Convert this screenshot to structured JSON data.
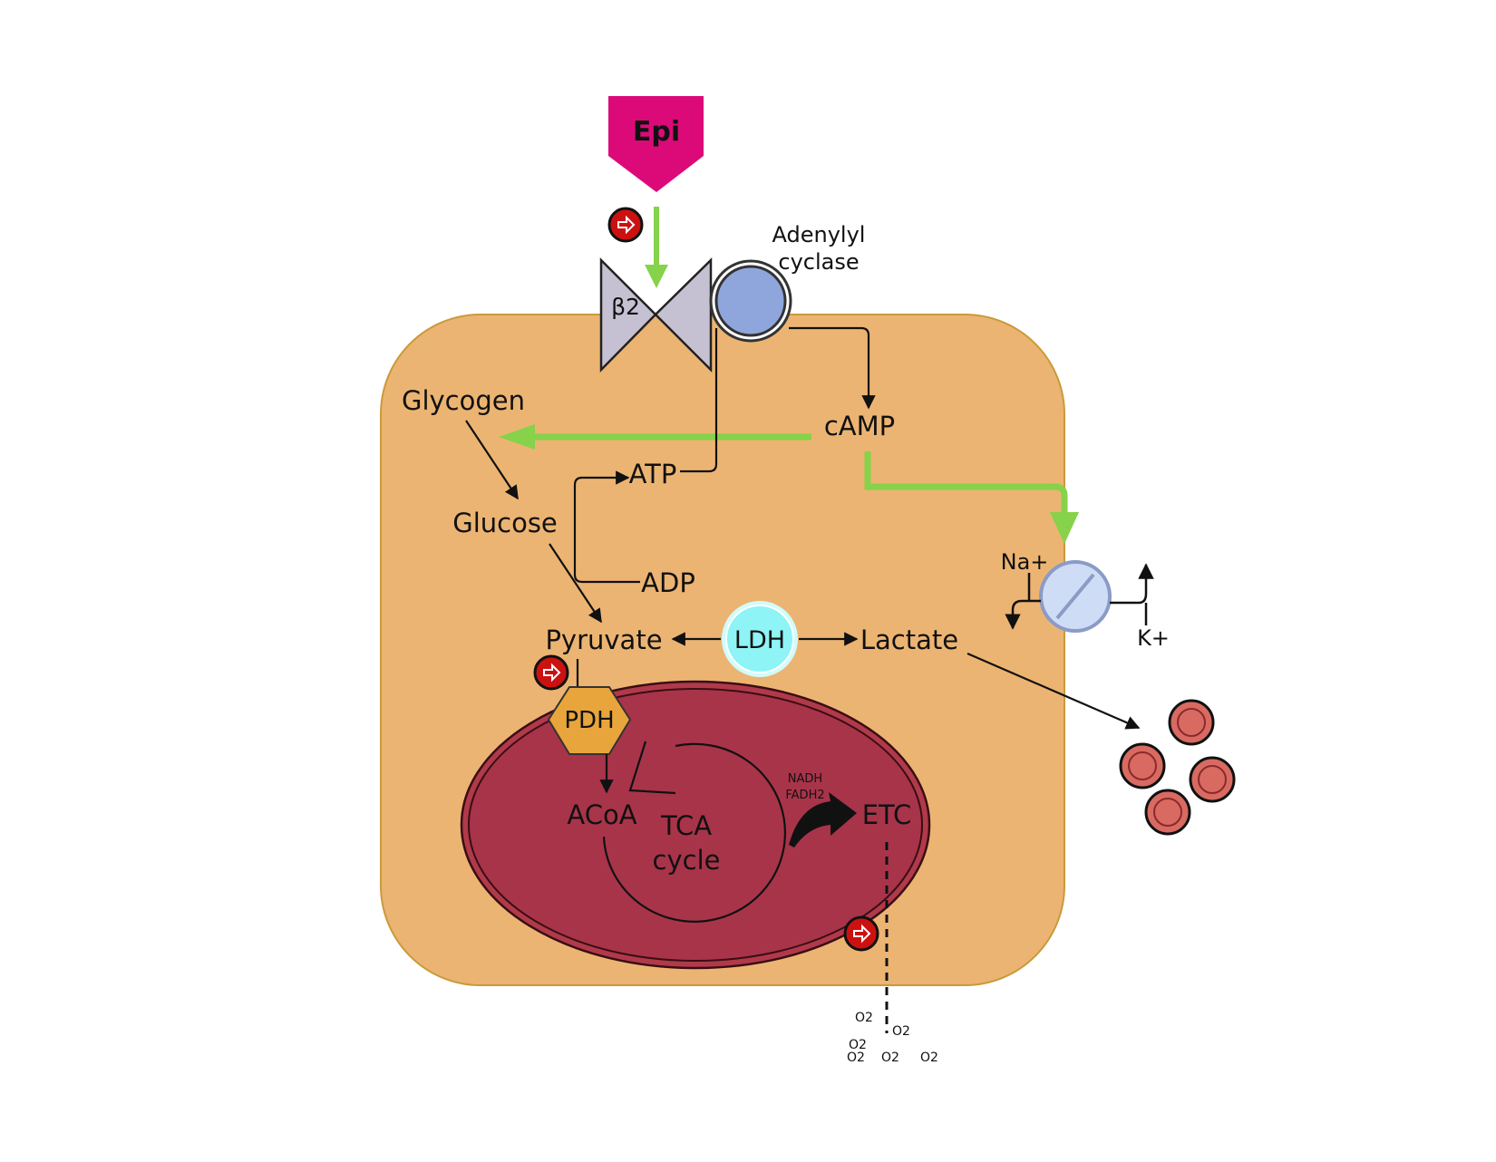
{
  "labels": {
    "epi": "Epi",
    "beta2": "β2",
    "adenylyl_line1": "Adenylyl",
    "adenylyl_line2": "cyclase",
    "camp": "cAMP",
    "glycogen": "Glycogen",
    "glucose": "Glucose",
    "atp": "ATP",
    "adp": "ADP",
    "pyruvate": "Pyruvate",
    "ldh": "LDH",
    "lactate": "Lactate",
    "pdh": "PDH",
    "acoa": "ACoA",
    "tca_line1": "TCA",
    "tca_line2": "cycle",
    "nadh": "NADH",
    "fadh2": "FADH2",
    "etc": "ETC",
    "na": "Na+",
    "k": "K+",
    "o2": [
      "O2",
      "O2",
      "O2",
      "O2",
      "O2",
      "O2"
    ]
  },
  "colors": {
    "cell": "#ecb472",
    "cell_border": "#c99a3a",
    "mito_outer": "#b03a4a",
    "mito_inner": "#a8344a",
    "epi": "#dc0a78",
    "green_arrow": "#86d24a",
    "receptor": "#c6c1d2",
    "adenylyl": "#8fa6dc",
    "pump": "#cfdcf6",
    "pdh": "#e8a53c",
    "ldh": "#8ef4f6",
    "rbc": "#d86a62",
    "stimulus": "#cc1111"
  },
  "icons": {
    "stimulus": "right-arrow-icon"
  }
}
